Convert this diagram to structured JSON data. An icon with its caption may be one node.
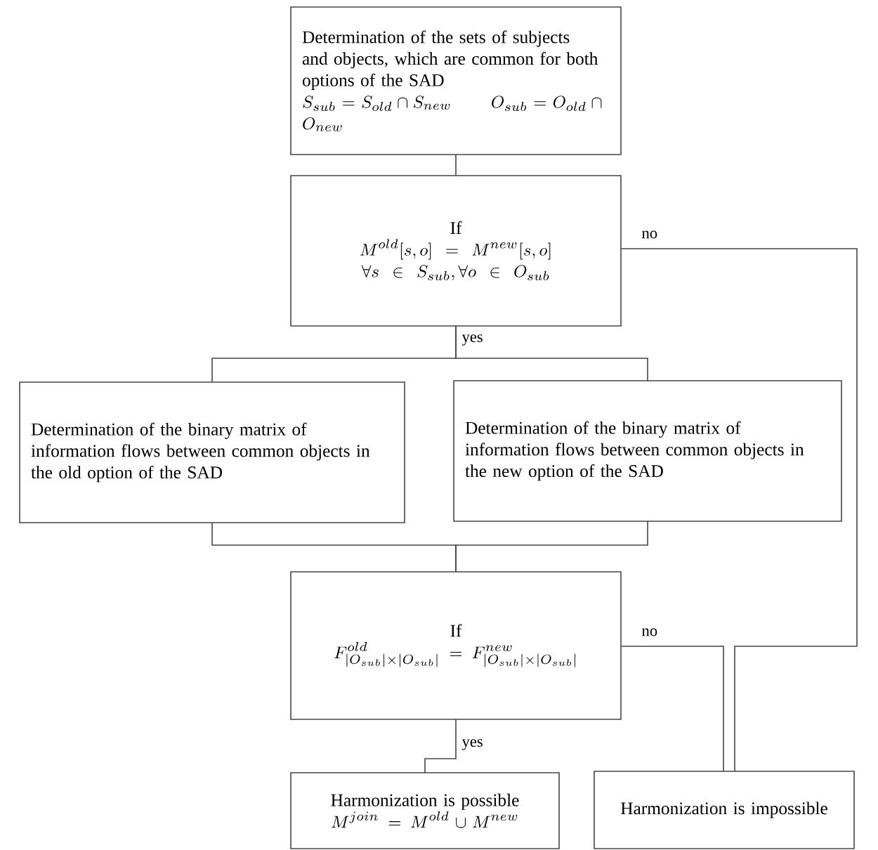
{
  "diagram": {
    "nodes": [
      {
        "text": [
          "Determination of the sets of subjects and objects, which are common for both options of the SAD",
          "S_{sub} = S_{old} \\cap S_{new}",
          "O_{sub} = O_{old} \\cap O_{new}"
        ]
      },
      {
        "text": [
          "If",
          "M^{old}[s,o] = M^{new}[s,o]",
          "\\forall s \\in S_{sub}, \\forall o \\in O_{sub}"
        ]
      },
      {
        "text": [
          "Determination of the binary matrix of information flows between common objects in the old option of the SAD"
        ]
      },
      {
        "text": [
          "Determination of the binary matrix of information flows between common objects in the new option of the SAD"
        ]
      },
      {
        "text": [
          "If",
          "F^{old}_{|O_{sub}| \\times |O_{sub}|} = F^{new}_{|O_{sub}| \\times |O_{sub}|}"
        ]
      },
      {
        "text": [
          "Harmonization is possible",
          "M^{join} = M^{old} \\cup M^{new}"
        ]
      },
      {
        "text": [
          "Harmonization is impossible"
        ]
      }
    ],
    "edges": [
      {
        "from": 0,
        "to": 1,
        "arrow": "none"
      },
      {
        "from": 1,
        "to": 2,
        "arrow": "none",
        "label": "yes"
      },
      {
        "from": 1,
        "to": 3,
        "arrow": "none"
      },
      {
        "from": 2,
        "to": 4,
        "arrow": "none"
      },
      {
        "from": 3,
        "to": 4,
        "arrow": "none"
      },
      {
        "from": 4,
        "to": 5,
        "arrow": "none",
        "label": "yes"
      },
      {
        "from": 4,
        "to": 6,
        "arrow": "none",
        "label": "no"
      },
      {
        "from": 1,
        "to": 6,
        "arrow": "none",
        "label": "no"
      }
    ]
  }
}
